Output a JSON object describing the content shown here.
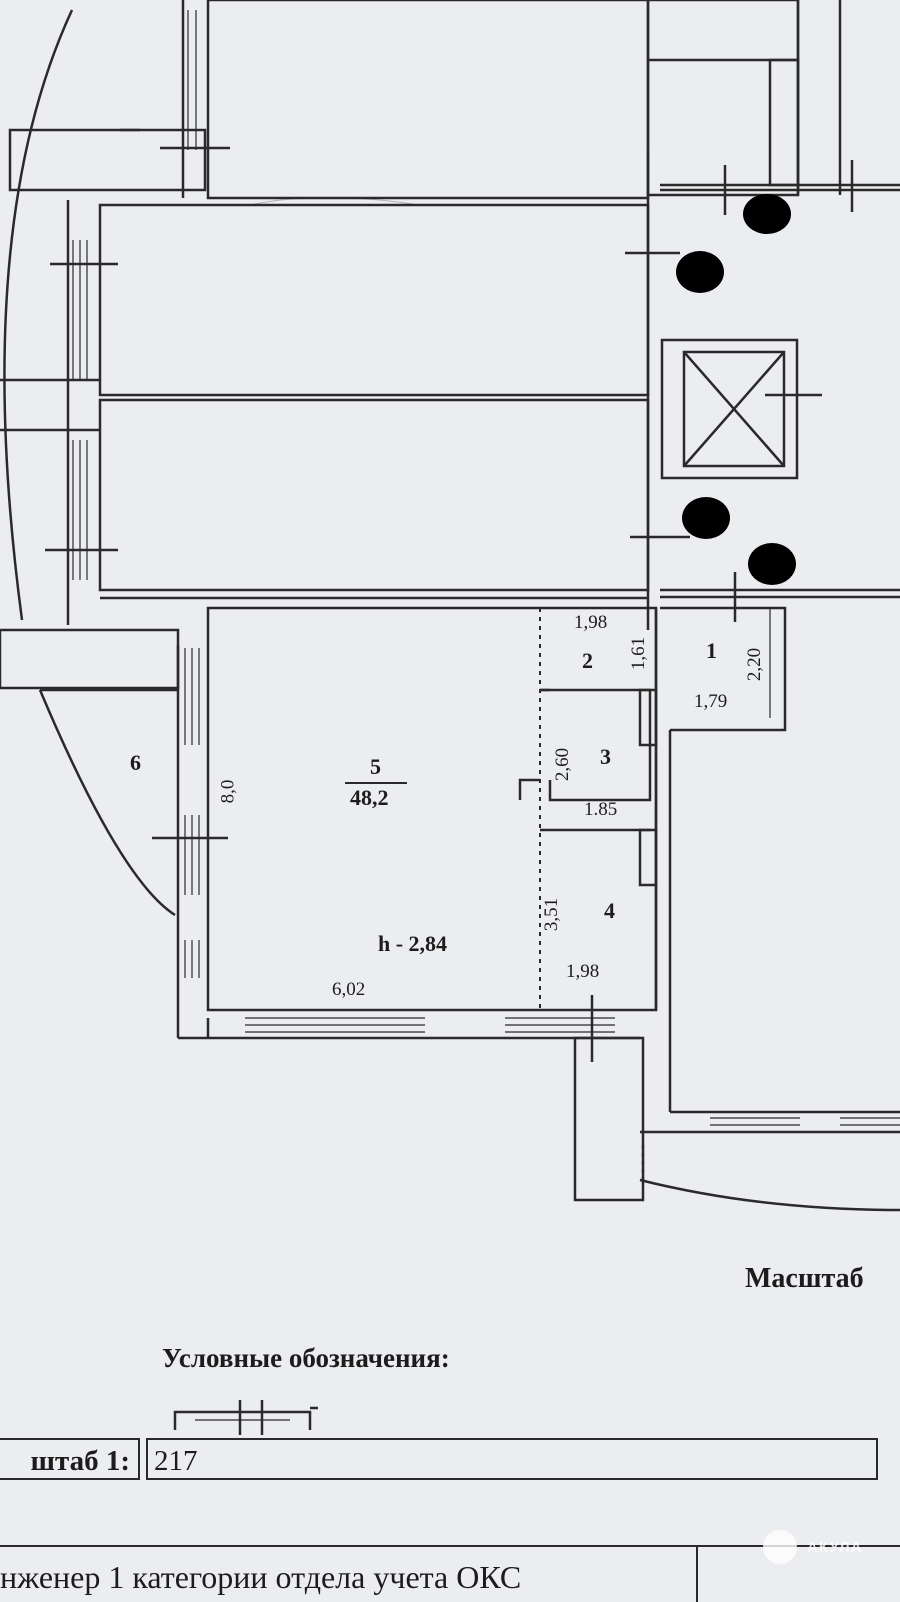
{
  "plan": {
    "rooms": [
      {
        "id": "1",
        "number": "1"
      },
      {
        "id": "2",
        "number": "2"
      },
      {
        "id": "3",
        "number": "3"
      },
      {
        "id": "4",
        "number": "4"
      },
      {
        "id": "5",
        "number": "5",
        "area": "48,2",
        "height": "h - 2,84"
      },
      {
        "id": "6",
        "number": "6"
      }
    ],
    "dimensions": {
      "room2_width": "1,98",
      "room2_depth": "1,61",
      "room1_depth": "2,20",
      "room1_width": "1,79",
      "room3_depth": "2,60",
      "room3_width": "1.85",
      "room4_depth": "3,51",
      "room4_width": "1,98",
      "room5_depth": "8,0",
      "room5_width": "6,02"
    }
  },
  "scale_caption": "Масштаб",
  "legend_title": "Условные обозначения:",
  "scale_row": {
    "label": "штаб 1:",
    "value": "217"
  },
  "footer": {
    "text": "нженер 1 категории отдела учета ОКС"
  },
  "watermark": {
    "text": "АКУЛА"
  },
  "colors": {
    "paper": "#ecedf0",
    "ink": "#1c1c1c",
    "marker": "#000000"
  }
}
